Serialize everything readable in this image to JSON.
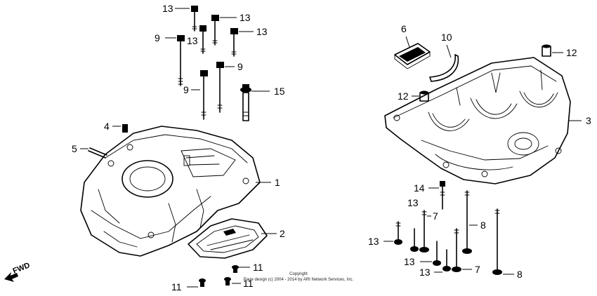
{
  "diagram": {
    "callouts": [
      {
        "id": "c13a",
        "text": "13"
      },
      {
        "id": "c13b",
        "text": "13"
      },
      {
        "id": "c13c",
        "text": "13"
      },
      {
        "id": "c13d",
        "text": "13"
      },
      {
        "id": "c9a",
        "text": "9"
      },
      {
        "id": "c9b",
        "text": "9"
      },
      {
        "id": "c9c",
        "text": "9"
      },
      {
        "id": "c15",
        "text": "15"
      },
      {
        "id": "c4",
        "text": "4"
      },
      {
        "id": "c5",
        "text": "5"
      },
      {
        "id": "c1",
        "text": "1"
      },
      {
        "id": "c2",
        "text": "2"
      },
      {
        "id": "c11a",
        "text": "11"
      },
      {
        "id": "c11b",
        "text": "11"
      },
      {
        "id": "c11c",
        "text": "11"
      },
      {
        "id": "c6",
        "text": "6"
      },
      {
        "id": "c10",
        "text": "10"
      },
      {
        "id": "c12a",
        "text": "12"
      },
      {
        "id": "c12b",
        "text": "12"
      },
      {
        "id": "c3",
        "text": "3"
      },
      {
        "id": "c14",
        "text": "14"
      },
      {
        "id": "c13e",
        "text": "13"
      },
      {
        "id": "c7a",
        "text": "7"
      },
      {
        "id": "c8a",
        "text": "8"
      },
      {
        "id": "c13f",
        "text": "13"
      },
      {
        "id": "c13g",
        "text": "13"
      },
      {
        "id": "c13h",
        "text": "13"
      },
      {
        "id": "c7b",
        "text": "7"
      },
      {
        "id": "c8b",
        "text": "8"
      }
    ],
    "copyright_line1": "Copyright",
    "copyright_line2": "Page design (c) 2004 - 2014 by ARI Network Services, Inc.",
    "fwd_label": "FWD"
  }
}
